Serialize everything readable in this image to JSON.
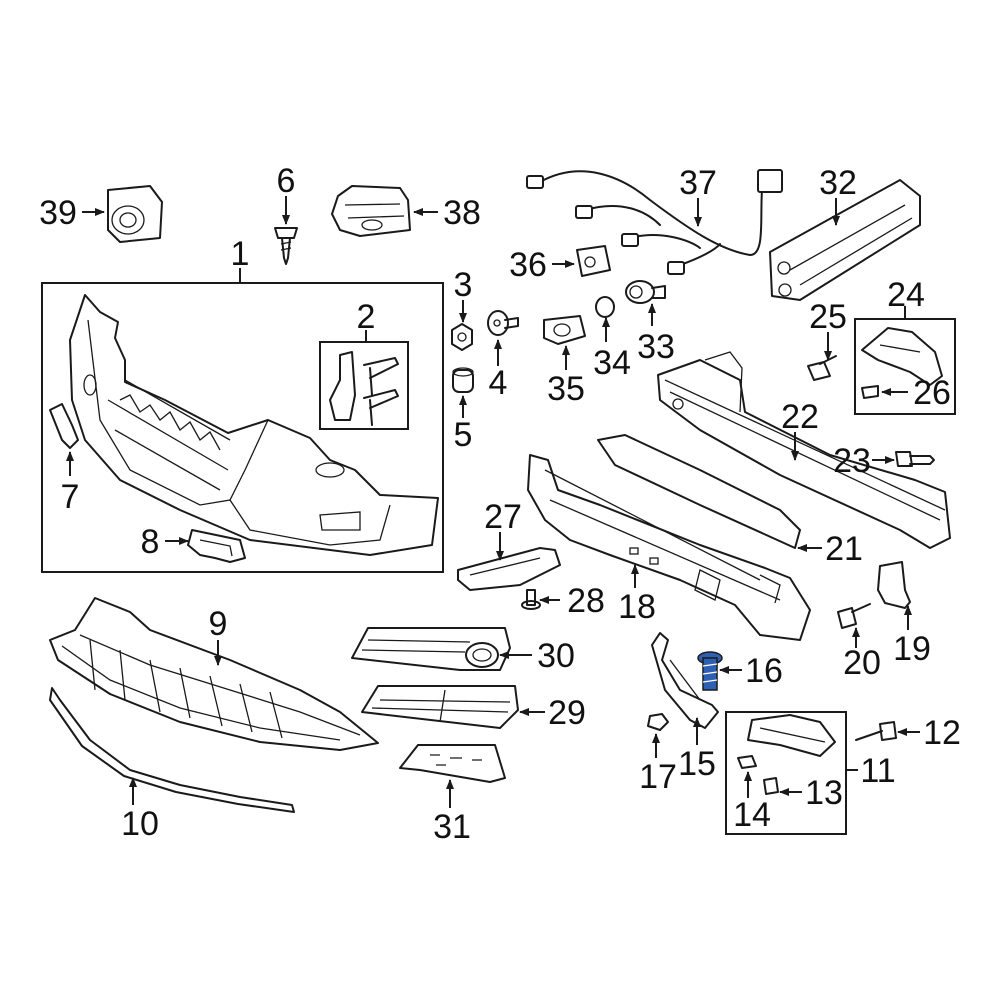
{
  "callouts": {
    "c1": "1",
    "c2": "2",
    "c4": "4",
    "c5": "5",
    "c6": "6",
    "c7": "7",
    "c8": "8",
    "c9": "9",
    "c10": "10",
    "c11": "11",
    "c12": "12",
    "c13": "13",
    "c14": "14",
    "c15": "15",
    "c16": "16",
    "c17": "17",
    "c18": "18",
    "c19": "19",
    "c20": "20",
    "c21": "21",
    "c22": "22",
    "c23": "23",
    "c24": "24",
    "c25": "25",
    "c26": "26",
    "c27": "27",
    "c28": "28",
    "c29": "29",
    "c30": "30",
    "c31": "31",
    "c32": "32",
    "c33": "33",
    "c34": "34",
    "c35": "35",
    "c36": "36",
    "c37": "37",
    "c38": "38",
    "c39": "39",
    "c3": "3"
  },
  "highlight_color": "#2f5fb3"
}
